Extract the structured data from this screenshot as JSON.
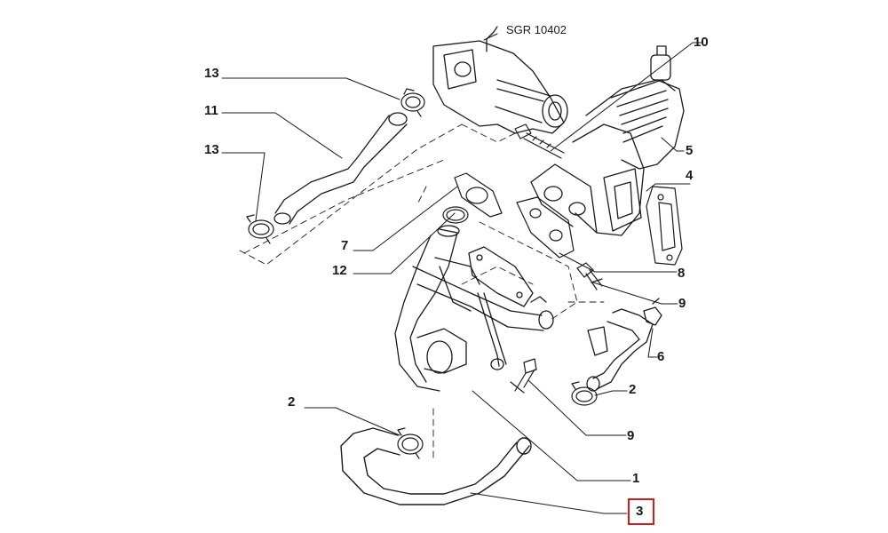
{
  "diagram": {
    "drawing_code": "SGR 10402",
    "callouts": [
      {
        "id": "c13a",
        "label": "13"
      },
      {
        "id": "c11",
        "label": "11"
      },
      {
        "id": "c13b",
        "label": "13"
      },
      {
        "id": "c7",
        "label": "7"
      },
      {
        "id": "c12",
        "label": "12"
      },
      {
        "id": "c2a",
        "label": "2"
      },
      {
        "id": "c10",
        "label": "10"
      },
      {
        "id": "c5",
        "label": "5"
      },
      {
        "id": "c4",
        "label": "4"
      },
      {
        "id": "c8",
        "label": "8"
      },
      {
        "id": "c9a",
        "label": "9"
      },
      {
        "id": "c6",
        "label": "6"
      },
      {
        "id": "c2b",
        "label": "2"
      },
      {
        "id": "c9b",
        "label": "9"
      },
      {
        "id": "c1",
        "label": "1"
      },
      {
        "id": "c3",
        "label": "3"
      }
    ],
    "highlighted_callout": "3",
    "highlight_color": "#d61a1a",
    "line_color": "#1a1a1a"
  }
}
